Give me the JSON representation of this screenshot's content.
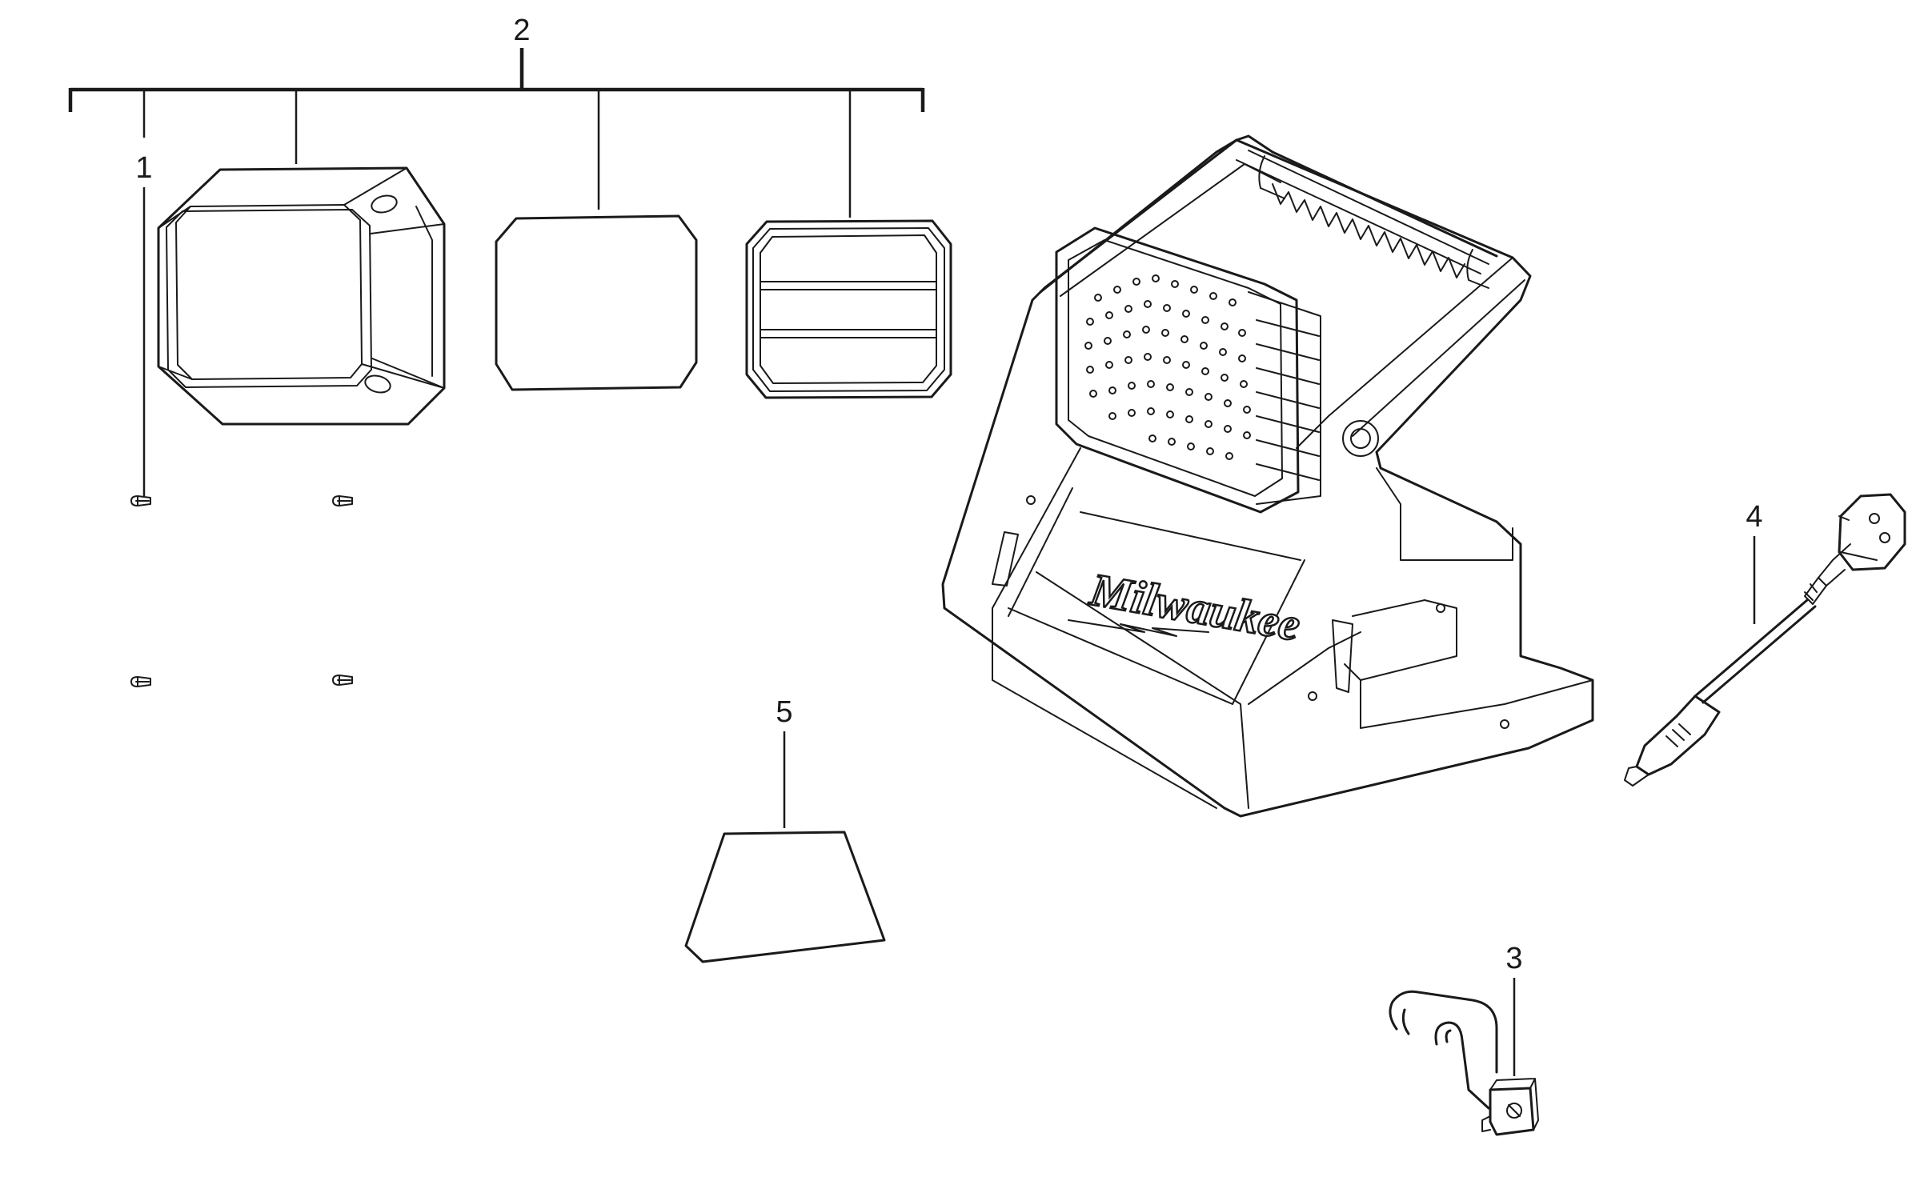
{
  "callouts": {
    "part_1": "1",
    "part_2": "2",
    "part_3": "3",
    "part_4": "4",
    "part_5": "5"
  },
  "brand_logo_text": "Milwaukee",
  "colors": {
    "line": "#1a1a1a",
    "background": "#ffffff"
  }
}
